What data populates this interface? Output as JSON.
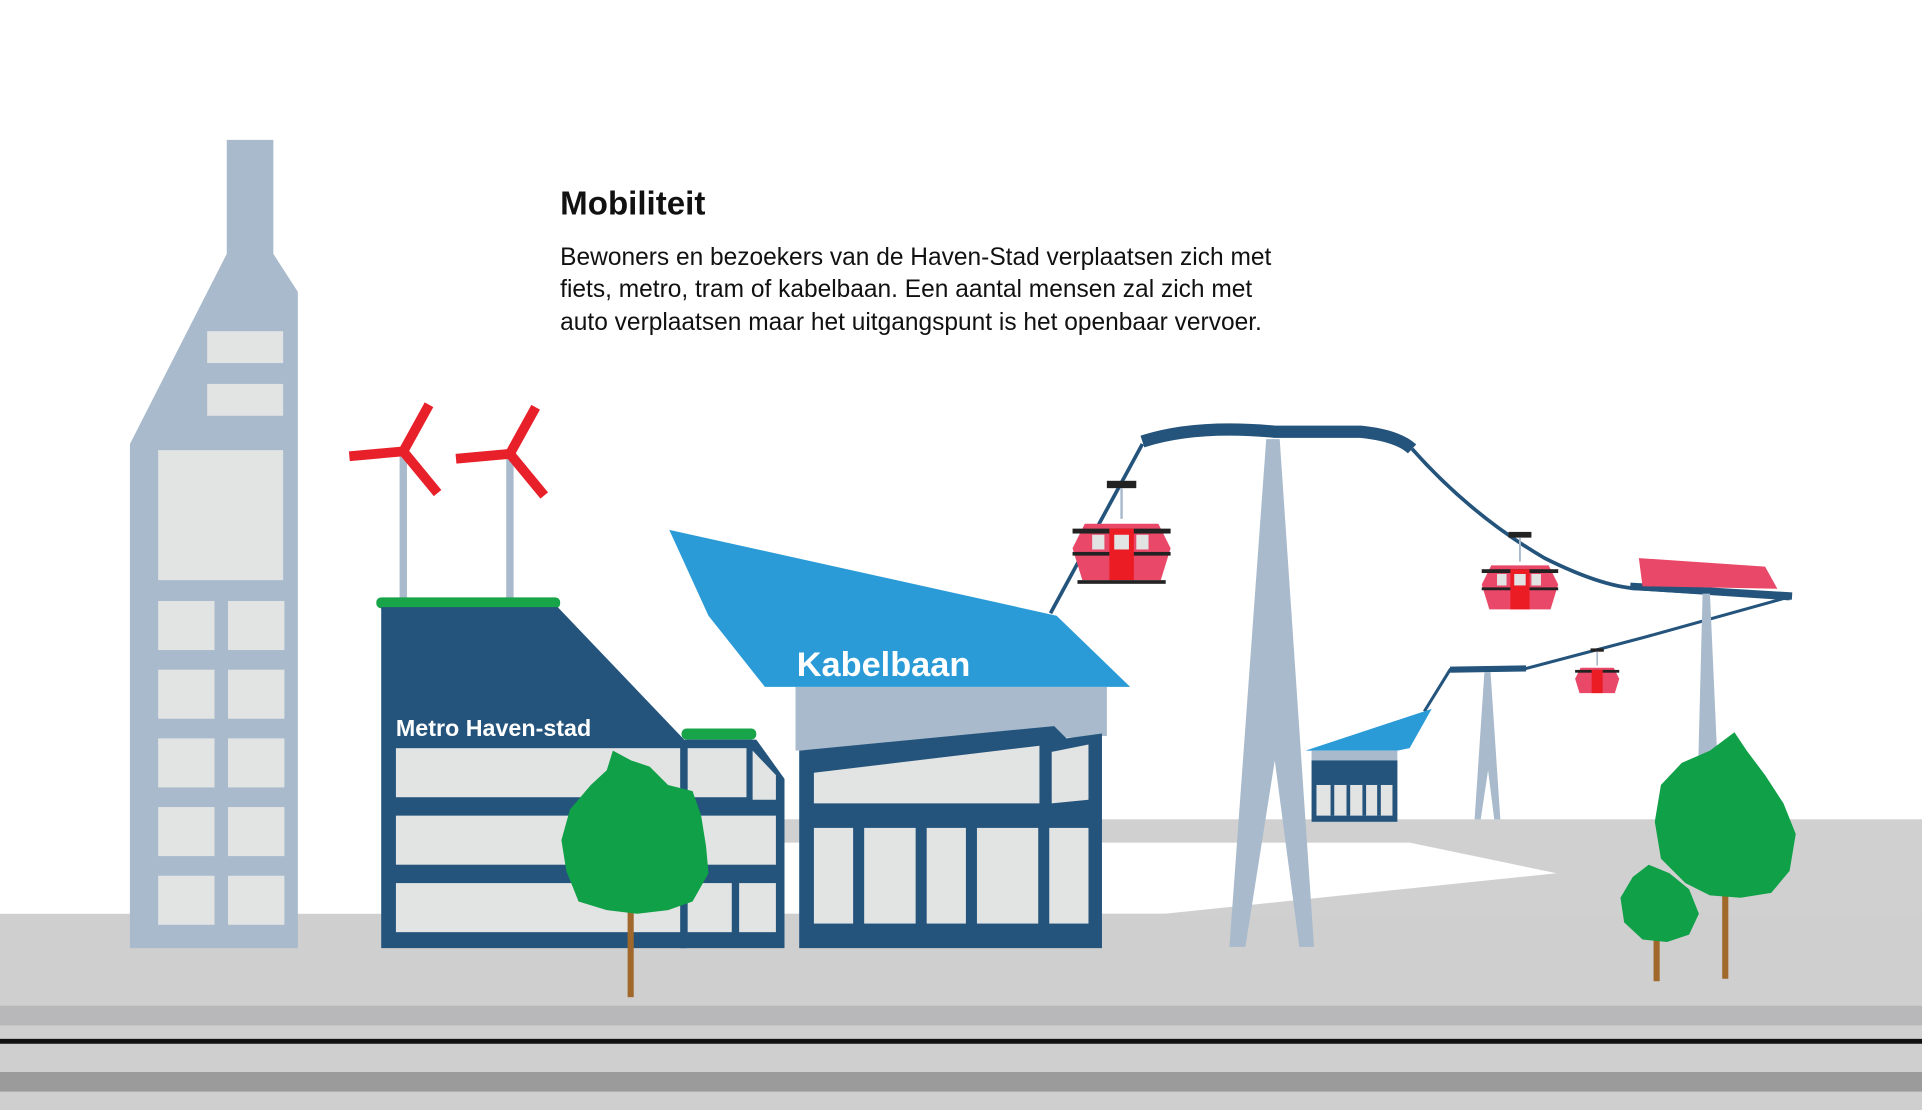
{
  "heading": "Mobiliteit",
  "paragraph": [
    "Bewoners en bezoekers van de Haven-Stad verplaatsen zich met",
    "fiets, metro, tram of kabelbaan. Een aantal mensen zal zich met",
    "auto verplaatsen maar het uitgangspunt is het openbaar vervoer."
  ],
  "labels": {
    "metro": "Metro Haven-stad",
    "cable_car": "Kabelbaan"
  },
  "colors": {
    "dark_blue": "#24547c",
    "light_blue": "#2a9bd7",
    "steel": "#a8bacb",
    "window": "#e2e3e3",
    "ground": "#cfcfcf",
    "turbine_red": "#e8202a",
    "gondola_pink": "#e94868",
    "tree_green": "#10a048",
    "trunk": "#a0692b"
  }
}
